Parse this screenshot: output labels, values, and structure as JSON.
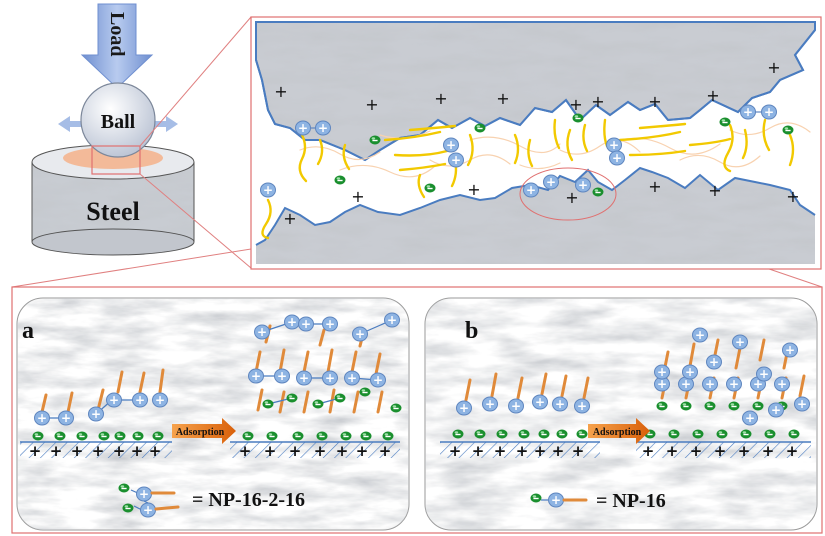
{
  "top_left": {
    "load_label": "Load",
    "ball_label": "Ball",
    "steel_label": "Steel"
  },
  "panel_a": {
    "letter": "a",
    "arrow_label": "Adsorption",
    "legend_text": "= NP-16-2-16"
  },
  "panel_b": {
    "letter": "b",
    "arrow_label": "Adsorption",
    "legend_text": "= NP-16"
  },
  "charges": {
    "plus": "+",
    "minus": "-"
  },
  "colors": {
    "load_arrow": "#8fa8dc",
    "ball": "#dde3ee",
    "contact": "#f4b28a",
    "surface_line": "#4a7cc0",
    "chain": "#f2c900",
    "chain_light": "#f8d8b8",
    "anion": "#1a8f2e",
    "cation": "#8eb4e3",
    "tail": "#e08a3a",
    "adsorption_arrow": "#e8751a",
    "zoom_lines": "#e07070"
  },
  "icons": [
    "load-arrow-icon",
    "ball-icon",
    "steel-cylinder-icon",
    "adsorption-arrow-icon",
    "anion-icon",
    "cation-icon"
  ]
}
